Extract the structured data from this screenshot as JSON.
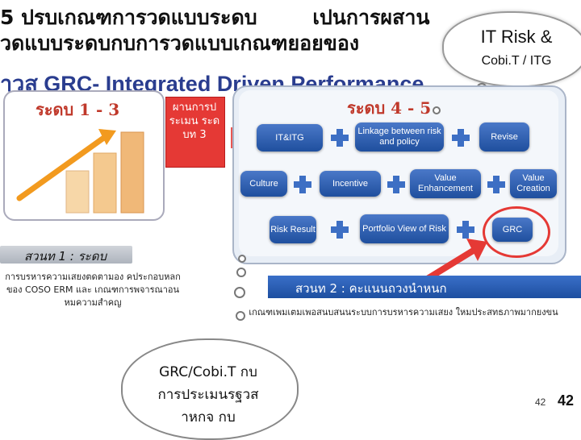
{
  "title": {
    "line1a": "5 ปรบเกณฑการวดแบบระดบ",
    "line1b": "เปนการผสาน",
    "line2": "วดแบบระดบกบการวดแบบเกณฑยอยของ",
    "line3": "าวส    GRC- Integrated Driven Performance"
  },
  "callout": {
    "line1": "IT Risk &",
    "line2": "Cobi.T / ITG"
  },
  "left_panel": {
    "heading": "ระดบ  1 - 3",
    "bar_colors": [
      "#f7d7a8",
      "#f4c98f",
      "#f0b878"
    ]
  },
  "red_box": {
    "text": "ผานการป ระเมน ระดบท 3"
  },
  "right_panel": {
    "heading": "ระดบ  4 - 5",
    "nodes": {
      "itg": "IT&ITG",
      "linkage": "Linkage between risk and policy",
      "revise": "Revise",
      "culture": "Culture",
      "incentive": "Incentive",
      "value_enh": "Value Enhancement",
      "value_creation": "Value Creation",
      "risk_result": "Risk Result",
      "portfolio": "Portfolio View of Risk",
      "grc": "GRC"
    }
  },
  "part1": {
    "label": "สวนท      1 : ระดบ",
    "desc": "การบรหารความเสยงตดตามอง คประกอบหลกของ   COSO ERM และ เกณฑการพจารณาอน หมความสำคญ"
  },
  "part2": {
    "label": "สวนท        2 : คะแนนถวงนำหนก",
    "desc": "เกณฑเพมเตมเพอสนบสนนระบบการบรหารความเสยง ใหมประสทธภาพมากยงขน"
  },
  "bottom_box": {
    "line1": "GRC/Cobi.T  กบ",
    "line2": "การประเมนรฐวส",
    "line3": "าหกจ  กบ"
  },
  "page": {
    "small": "42",
    "big": "42"
  },
  "colors": {
    "accent_red": "#e53935",
    "node_blue": "#2a5fb4",
    "heading_red": "#c0392b"
  }
}
